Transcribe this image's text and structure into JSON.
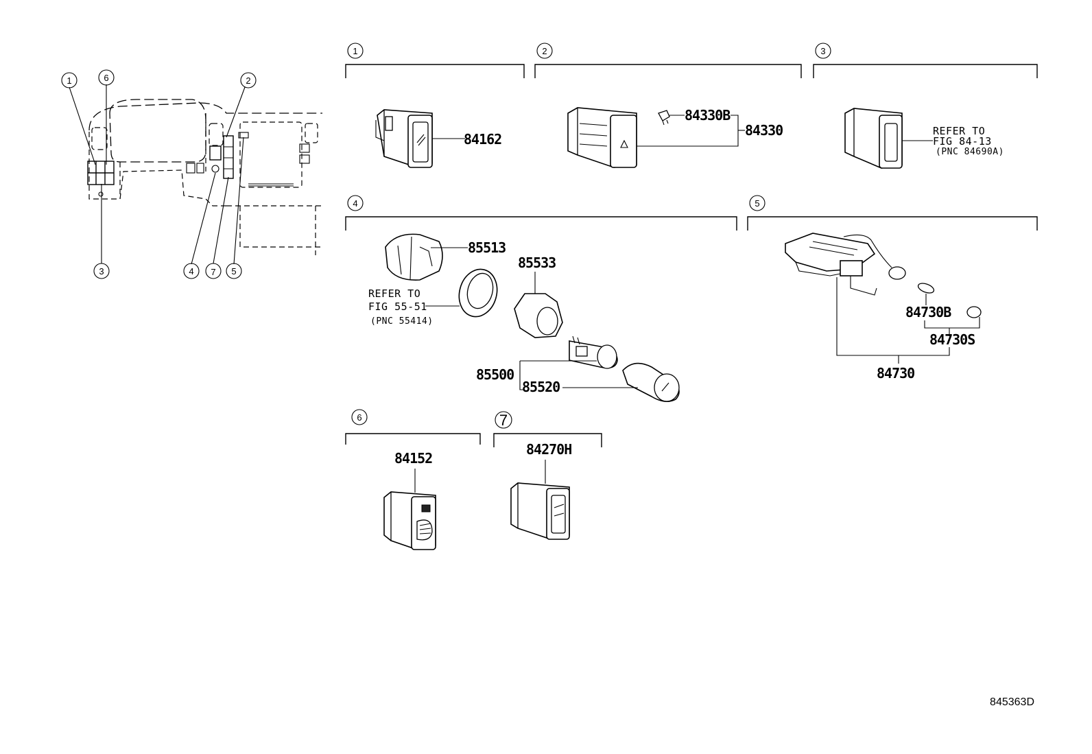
{
  "figure_code": "845363D",
  "callouts": {
    "c1": "1",
    "c2": "2",
    "c3": "3",
    "c4": "4",
    "c5": "5",
    "c6": "6",
    "c7": "7"
  },
  "overview_callouts": {
    "c1": "1",
    "c2": "2",
    "c3": "3",
    "c4": "4",
    "c5": "5",
    "c6": "6",
    "c7": "7"
  },
  "sections": {
    "s1": {
      "number": "1",
      "parts": [
        "84162"
      ]
    },
    "s2": {
      "number": "2",
      "parts": [
        "84330B",
        "84330"
      ]
    },
    "s3": {
      "number": "3",
      "refer": [
        "REFER TO",
        "FIG 84-13",
        "(PNC 84690A)"
      ]
    },
    "s4": {
      "number": "4",
      "parts": [
        "85513",
        "85533",
        "85500",
        "85520"
      ],
      "refer": [
        "REFER TO",
        "FIG 55-51",
        "(PNC 55414)"
      ]
    },
    "s5": {
      "number": "5",
      "parts": [
        "84730B",
        "84730S",
        "84730"
      ]
    },
    "s6": {
      "number": "6",
      "parts": [
        "84152"
      ]
    },
    "s7": {
      "number": "7",
      "parts": [
        "84270H"
      ]
    }
  }
}
